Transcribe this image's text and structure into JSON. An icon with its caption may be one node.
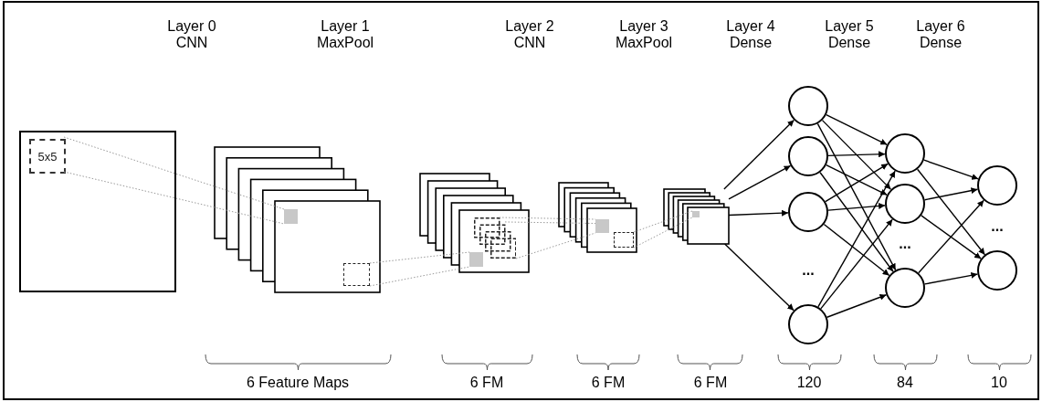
{
  "diagram": {
    "nodes": [
      {
        "text": [],
        "shape": "box"
      },
      {
        "text": [
          "5x5"
        ],
        "in": 0
      },
      {
        "text": [],
        "shape": "box"
      },
      {
        "text": [],
        "shape": "box"
      },
      {
        "text": [],
        "shape": "box"
      },
      {
        "text": [],
        "shape": "box"
      },
      {
        "text": [],
        "shape": "circle"
      },
      {
        "text": [],
        "shape": "circle"
      },
      {
        "text": [],
        "shape": "circle"
      },
      {
        "text": [],
        "shape": "circle"
      },
      {
        "text": [],
        "shape": "circle"
      },
      {
        "text": [],
        "shape": "circle"
      },
      {
        "text": [],
        "shape": "circle"
      },
      {
        "text": [],
        "shape": "circle"
      },
      {
        "text": [],
        "shape": "circle"
      },
      {
        "text": [],
        "shape": "box",
        "in": 2
      },
      {
        "text": [],
        "shape": "box",
        "in": 2
      },
      {
        "text": [],
        "shape": "box",
        "in": 3
      },
      {
        "text": [],
        "shape": "box",
        "in": 3
      },
      {
        "text": [],
        "shape": "box",
        "in": 4
      },
      {
        "text": [],
        "shape": "box",
        "in": 4
      },
      {
        "text": [],
        "shape": "box",
        "in": 5
      }
    ],
    "edges": [
      {
        "from": 5,
        "to": 6,
        "arrow": "to"
      },
      {
        "from": 5,
        "to": 7,
        "arrow": "to"
      },
      {
        "from": 5,
        "to": 8,
        "arrow": "to"
      },
      {
        "from": 5,
        "to": 9,
        "arrow": "to"
      },
      {
        "from": 6,
        "to": 10,
        "arrow": "to"
      },
      {
        "from": 6,
        "to": 11,
        "arrow": "to"
      },
      {
        "from": 6,
        "to": 12,
        "arrow": "to"
      },
      {
        "from": 7,
        "to": 10,
        "arrow": "to"
      },
      {
        "from": 7,
        "to": 11,
        "arrow": "to"
      },
      {
        "from": 7,
        "to": 12,
        "arrow": "to"
      },
      {
        "from": 8,
        "to": 10,
        "arrow": "to"
      },
      {
        "from": 8,
        "to": 11,
        "arrow": "to"
      },
      {
        "from": 8,
        "to": 12,
        "arrow": "to"
      },
      {
        "from": 9,
        "to": 10,
        "arrow": "to"
      },
      {
        "from": 9,
        "to": 11,
        "arrow": "to"
      },
      {
        "from": 9,
        "to": 12,
        "arrow": "to"
      },
      {
        "from": 10,
        "to": 13,
        "arrow": "to"
      },
      {
        "from": 10,
        "to": 14,
        "arrow": "to"
      },
      {
        "from": 11,
        "to": 13,
        "arrow": "to"
      },
      {
        "from": 11,
        "to": 14,
        "arrow": "to"
      },
      {
        "from": 12,
        "to": 13,
        "arrow": "to"
      },
      {
        "from": 12,
        "to": 14,
        "arrow": "to"
      },
      {
        "from": 1,
        "to": 15,
        "arrow": "none",
        "style": "dashed",
        "color": "#9a9a9a"
      },
      {
        "from": 1,
        "to": 15,
        "arrow": "none",
        "style": "dashed",
        "color": "#9a9a9a"
      },
      {
        "from": 16,
        "to": 17,
        "arrow": "none",
        "style": "dashed",
        "color": "#9a9a9a"
      },
      {
        "from": 16,
        "to": 17,
        "arrow": "none",
        "style": "dashed",
        "color": "#9a9a9a"
      },
      {
        "from": 18,
        "to": 19,
        "arrow": "none",
        "style": "dashed",
        "color": "#9a9a9a"
      },
      {
        "from": 18,
        "to": 19,
        "arrow": "none",
        "style": "dashed",
        "color": "#9a9a9a"
      },
      {
        "from": 18,
        "to": 19,
        "arrow": "none",
        "style": "dashed",
        "color": "#9a9a9a"
      },
      {
        "from": 20,
        "to": 21,
        "arrow": "none",
        "style": "dashed",
        "color": "#9a9a9a"
      },
      {
        "from": 20,
        "to": 21,
        "arrow": "none",
        "style": "dashed",
        "color": "#9a9a9a"
      }
    ],
    "labels": [
      "Layer 0 CNN",
      "Layer 1 MaxPool",
      "Layer 2 CNN",
      "Layer 3 MaxPool",
      "Layer 4 Dense",
      "Layer 5 Dense",
      "Layer 6 Dense",
      "...",
      "...",
      "...",
      "6 Feature Maps",
      "6 FM",
      "6 FM",
      "6 FM",
      "120",
      "84",
      "10"
    ]
  }
}
